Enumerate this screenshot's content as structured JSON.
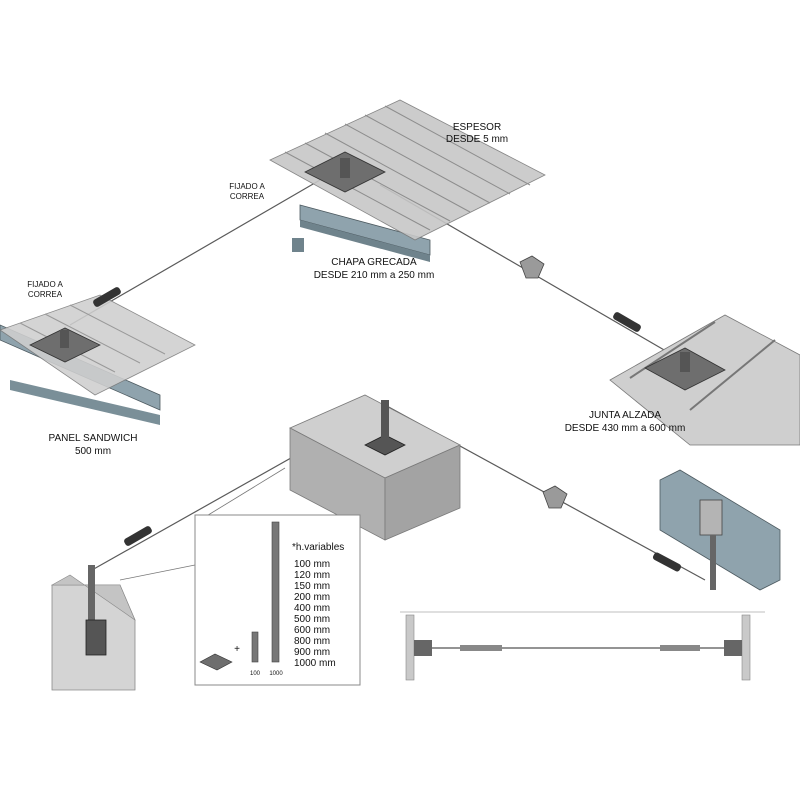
{
  "labels": {
    "espesor_line1": "ESPESOR",
    "espesor_line2": "DESDE 5 mm",
    "fijado_top_line1": "FIJADO A",
    "fijado_top_line2": "CORREA",
    "fijado_left_line1": "FIJADO A",
    "fijado_left_line2": "CORREA",
    "chapa_line1": "CHAPA GRECADA",
    "chapa_line2": "DESDE 210 mm a 250 mm",
    "panel_line1": "PANEL SANDWICH",
    "panel_line2": "500 mm",
    "junta_line1": "JUNTA ALZADA",
    "junta_line2": "DESDE 430 mm a 600 mm"
  },
  "heights": {
    "title": "*h.variables",
    "items": [
      "100 mm",
      "120 mm",
      "150 mm",
      "200 mm",
      "400 mm",
      "500 mm",
      "600 mm",
      "800 mm",
      "900 mm",
      "1000 mm"
    ],
    "plus": "+",
    "small_post_label": "100",
    "tall_post_label": "1000"
  },
  "colors": {
    "steel_beam": "#8fa3ad",
    "sheet_gray": "#bdbdbd",
    "concrete": "#b9b9b9",
    "cable": "#555555",
    "wall": "#d4d4d4"
  }
}
